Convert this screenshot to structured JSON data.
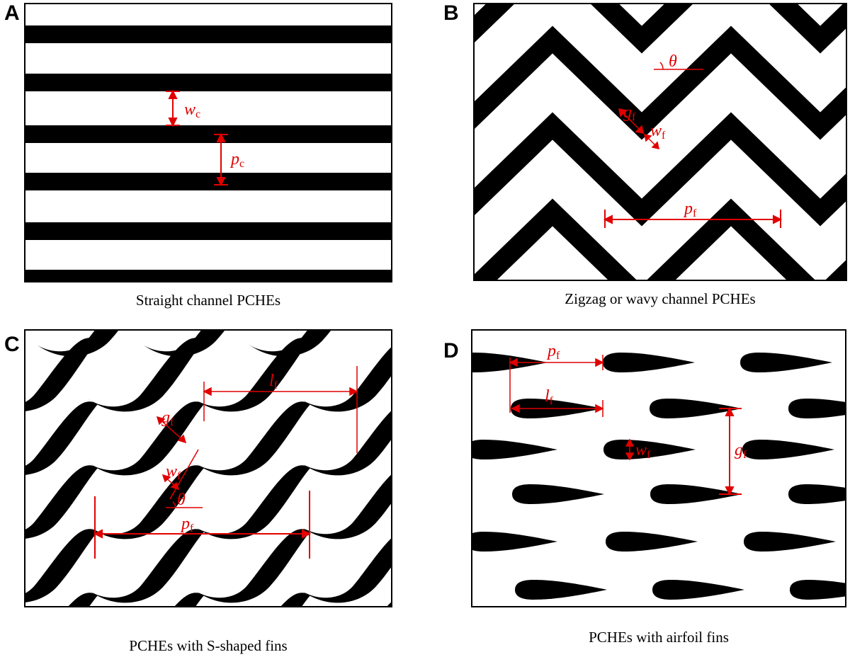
{
  "panels": {
    "a": {
      "letter": "A",
      "caption": "Straight channel PCHEs",
      "labels": {
        "wc": "w",
        "wc_sub": "c",
        "pc": "p",
        "pc_sub": "c"
      }
    },
    "b": {
      "letter": "B",
      "caption": "Zigzag or wavy channel PCHEs",
      "labels": {
        "theta": "θ",
        "gf": "g",
        "gf_sub": "f",
        "wf": "w",
        "wf_sub": "f",
        "pf": "p",
        "pf_sub": "f"
      }
    },
    "c": {
      "letter": "C",
      "caption": "PCHEs with S-shaped fins",
      "labels": {
        "lf": "l",
        "lf_sub": "f",
        "gf": "g",
        "gf_sub": "f",
        "wf": "w",
        "wf_sub": "f",
        "theta": "θ",
        "pf": "p",
        "pf_sub": "f"
      }
    },
    "d": {
      "letter": "D",
      "caption": "PCHEs with airfoil fins",
      "labels": {
        "pf": "p",
        "pf_sub": "f",
        "lf": "l",
        "lf_sub": "f",
        "wf": "w",
        "wf_sub": "f",
        "gf": "g",
        "gf_sub": "f"
      }
    }
  },
  "colors": {
    "annotation": "#e00000",
    "fin": "#000000",
    "background": "#ffffff"
  }
}
